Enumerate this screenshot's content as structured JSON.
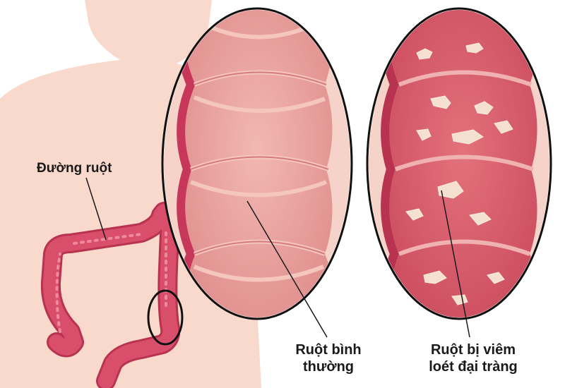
{
  "labels": {
    "intestinal_tract": "Đường ruột",
    "normal_intestine": [
      "Ruột bình",
      "thường"
    ],
    "ulcerative_colitis": [
      "Ruột bị viêm",
      "loét đại tràng"
    ]
  },
  "colors": {
    "skin": "#f9d9cc",
    "colon": "#d94f6b",
    "colon_dark": "#b8334f",
    "normal_inner": "#e89a98",
    "inflamed_inner": "#d75a6a",
    "ulcer_patch": "#f5e0cf"
  }
}
